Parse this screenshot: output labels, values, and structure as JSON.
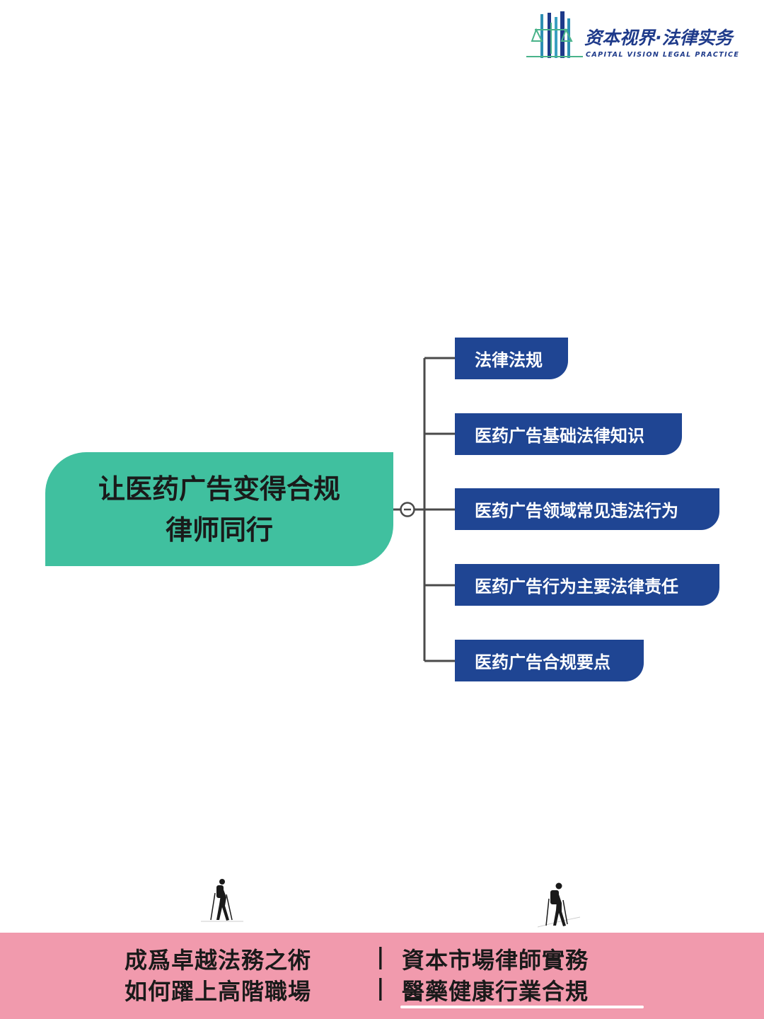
{
  "logo": {
    "cn": "资本视界·法律实务",
    "en": "CAPITAL VISION   LEGAL PRACTICE"
  },
  "mindmap": {
    "root": {
      "line1": "让医药广告变得合规",
      "line2": "律师同行"
    },
    "branches": [
      "法律法规",
      "医药广告基础法律知识",
      "医药广告领域常见违法行为",
      "医药广告行为主要法律责任",
      "医药广告合规要点"
    ]
  },
  "banner": {
    "row1_left": "成爲卓越法務之術",
    "row1_right": "資本市場律師實務",
    "row2_left": "如何躍上高階職場",
    "row2_right": "醫藥健康行業合規",
    "separator": "|"
  },
  "colors": {
    "root_fill": "#40c09f",
    "branch_fill": "#1f4593",
    "banner_fill": "#f19aad",
    "connector": "#4a4a4a"
  }
}
